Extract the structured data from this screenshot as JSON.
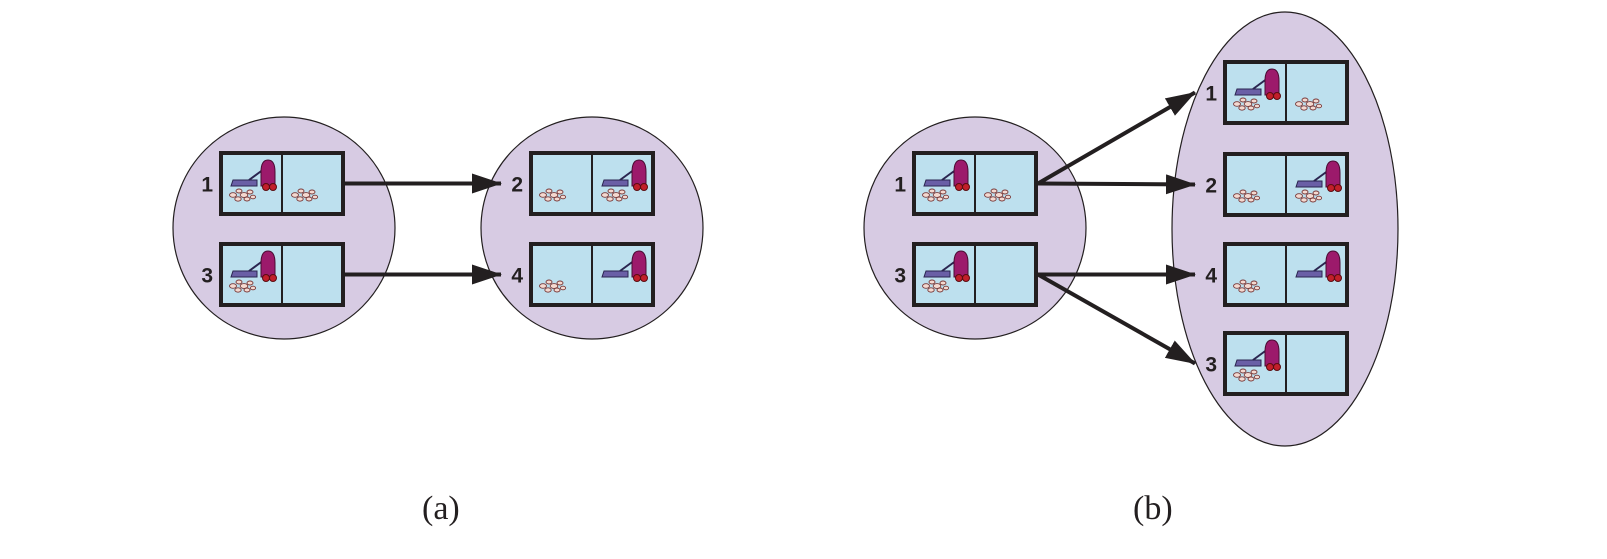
{
  "colors": {
    "belief_fill": "#d7cbe3",
    "cell_fill": "#bde0ee",
    "frame": "#231f20",
    "vacuum_body": "#9c1a6b",
    "vacuum_wheel": "#c21f2a",
    "vacuum_deck": "#6a5fa6",
    "dirt_fill": "#f4d9d0",
    "dirt_stroke": "#7a3b3b"
  },
  "icons": {
    "vacuum": "vacuum-cleaner-icon",
    "dirt": "dirt-icon"
  },
  "diagrams": [
    {
      "caption": "(a)",
      "belief_states": [
        {
          "shape": "circle",
          "states": [
            {
              "label": "1",
              "vacuum": "left",
              "dirt_left": true,
              "dirt_right": true
            },
            {
              "label": "3",
              "vacuum": "left",
              "dirt_left": true,
              "dirt_right": false
            }
          ]
        },
        {
          "shape": "circle",
          "states": [
            {
              "label": "2",
              "vacuum": "right",
              "dirt_left": true,
              "dirt_right": true
            },
            {
              "label": "4",
              "vacuum": "right",
              "dirt_left": true,
              "dirt_right": false
            }
          ]
        }
      ],
      "transitions": [
        {
          "from": "1",
          "to": "2"
        },
        {
          "from": "3",
          "to": "4"
        }
      ]
    },
    {
      "caption": "(b)",
      "belief_states": [
        {
          "shape": "circle",
          "states": [
            {
              "label": "1",
              "vacuum": "left",
              "dirt_left": true,
              "dirt_right": true
            },
            {
              "label": "3",
              "vacuum": "left",
              "dirt_left": true,
              "dirt_right": false
            }
          ]
        },
        {
          "shape": "ellipse",
          "states": [
            {
              "label": "1",
              "vacuum": "left",
              "dirt_left": true,
              "dirt_right": true
            },
            {
              "label": "2",
              "vacuum": "right",
              "dirt_left": true,
              "dirt_right": true
            },
            {
              "label": "4",
              "vacuum": "right",
              "dirt_left": true,
              "dirt_right": false
            },
            {
              "label": "3",
              "vacuum": "left",
              "dirt_left": true,
              "dirt_right": false
            }
          ]
        }
      ],
      "transitions": [
        {
          "from": "1",
          "to": "1"
        },
        {
          "from": "1",
          "to": "2"
        },
        {
          "from": "3",
          "to": "4"
        },
        {
          "from": "3",
          "to": "3"
        }
      ]
    }
  ]
}
